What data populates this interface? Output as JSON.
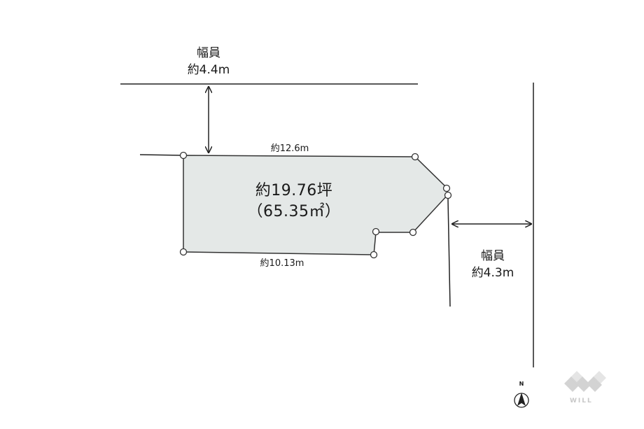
{
  "road_north": {
    "label": "幅員",
    "width": "約4.4m"
  },
  "road_east": {
    "label": "幅員",
    "width": "約4.3m"
  },
  "lot": {
    "area_tsubo": "約19.76坪",
    "area_sqm": "（65.35㎡）",
    "top_edge": "約12.6m",
    "bottom_edge": "約10.13m",
    "fill_color": "#e4e8e7"
  },
  "compass": {
    "north": "N"
  },
  "watermark": {
    "brand": "WILL"
  }
}
